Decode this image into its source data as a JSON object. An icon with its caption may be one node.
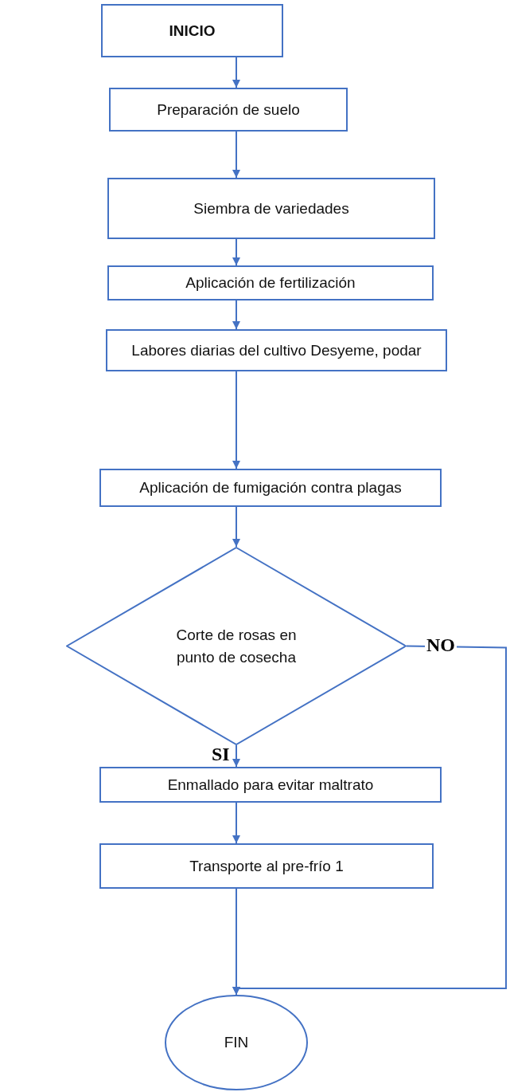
{
  "diagram": {
    "nodes": [
      {
        "text": [
          "INICIO"
        ]
      },
      {
        "text": [
          "Preparación de suelo"
        ]
      },
      {
        "text": [
          "Siembra de variedades"
        ]
      },
      {
        "text": [
          "Aplicación de fertilización"
        ]
      },
      {
        "text": [
          "Labores diarias del cultivo Desyeme, podar"
        ]
      },
      {
        "text": [
          "Aplicación de fumigación contra plagas"
        ]
      },
      {
        "text": [
          "Corte de rosas en punto de cosecha"
        ]
      },
      {
        "text": [
          "Enmallado para evitar maltrato"
        ]
      },
      {
        "text": [
          "Transporte al pre-frío 1"
        ]
      },
      {
        "text": [
          "FIN"
        ]
      }
    ],
    "edges": [
      {
        "from": 0,
        "to": 1,
        "arrow": "to"
      },
      {
        "from": 1,
        "to": 2,
        "arrow": "to"
      },
      {
        "from": 2,
        "to": 3,
        "arrow": "to"
      },
      {
        "from": 3,
        "to": 4,
        "arrow": "to"
      },
      {
        "from": 4,
        "to": 5,
        "arrow": "to"
      },
      {
        "from": 5,
        "to": 6,
        "arrow": "to"
      },
      {
        "from": 6,
        "to": 7,
        "arrow": "to",
        "label": "SI"
      },
      {
        "from": 7,
        "to": 8,
        "arrow": "to"
      },
      {
        "from": 8,
        "to": 9,
        "arrow": "to"
      },
      {
        "from": 6,
        "to": 9,
        "arrow": "to",
        "label": "NO"
      }
    ]
  }
}
